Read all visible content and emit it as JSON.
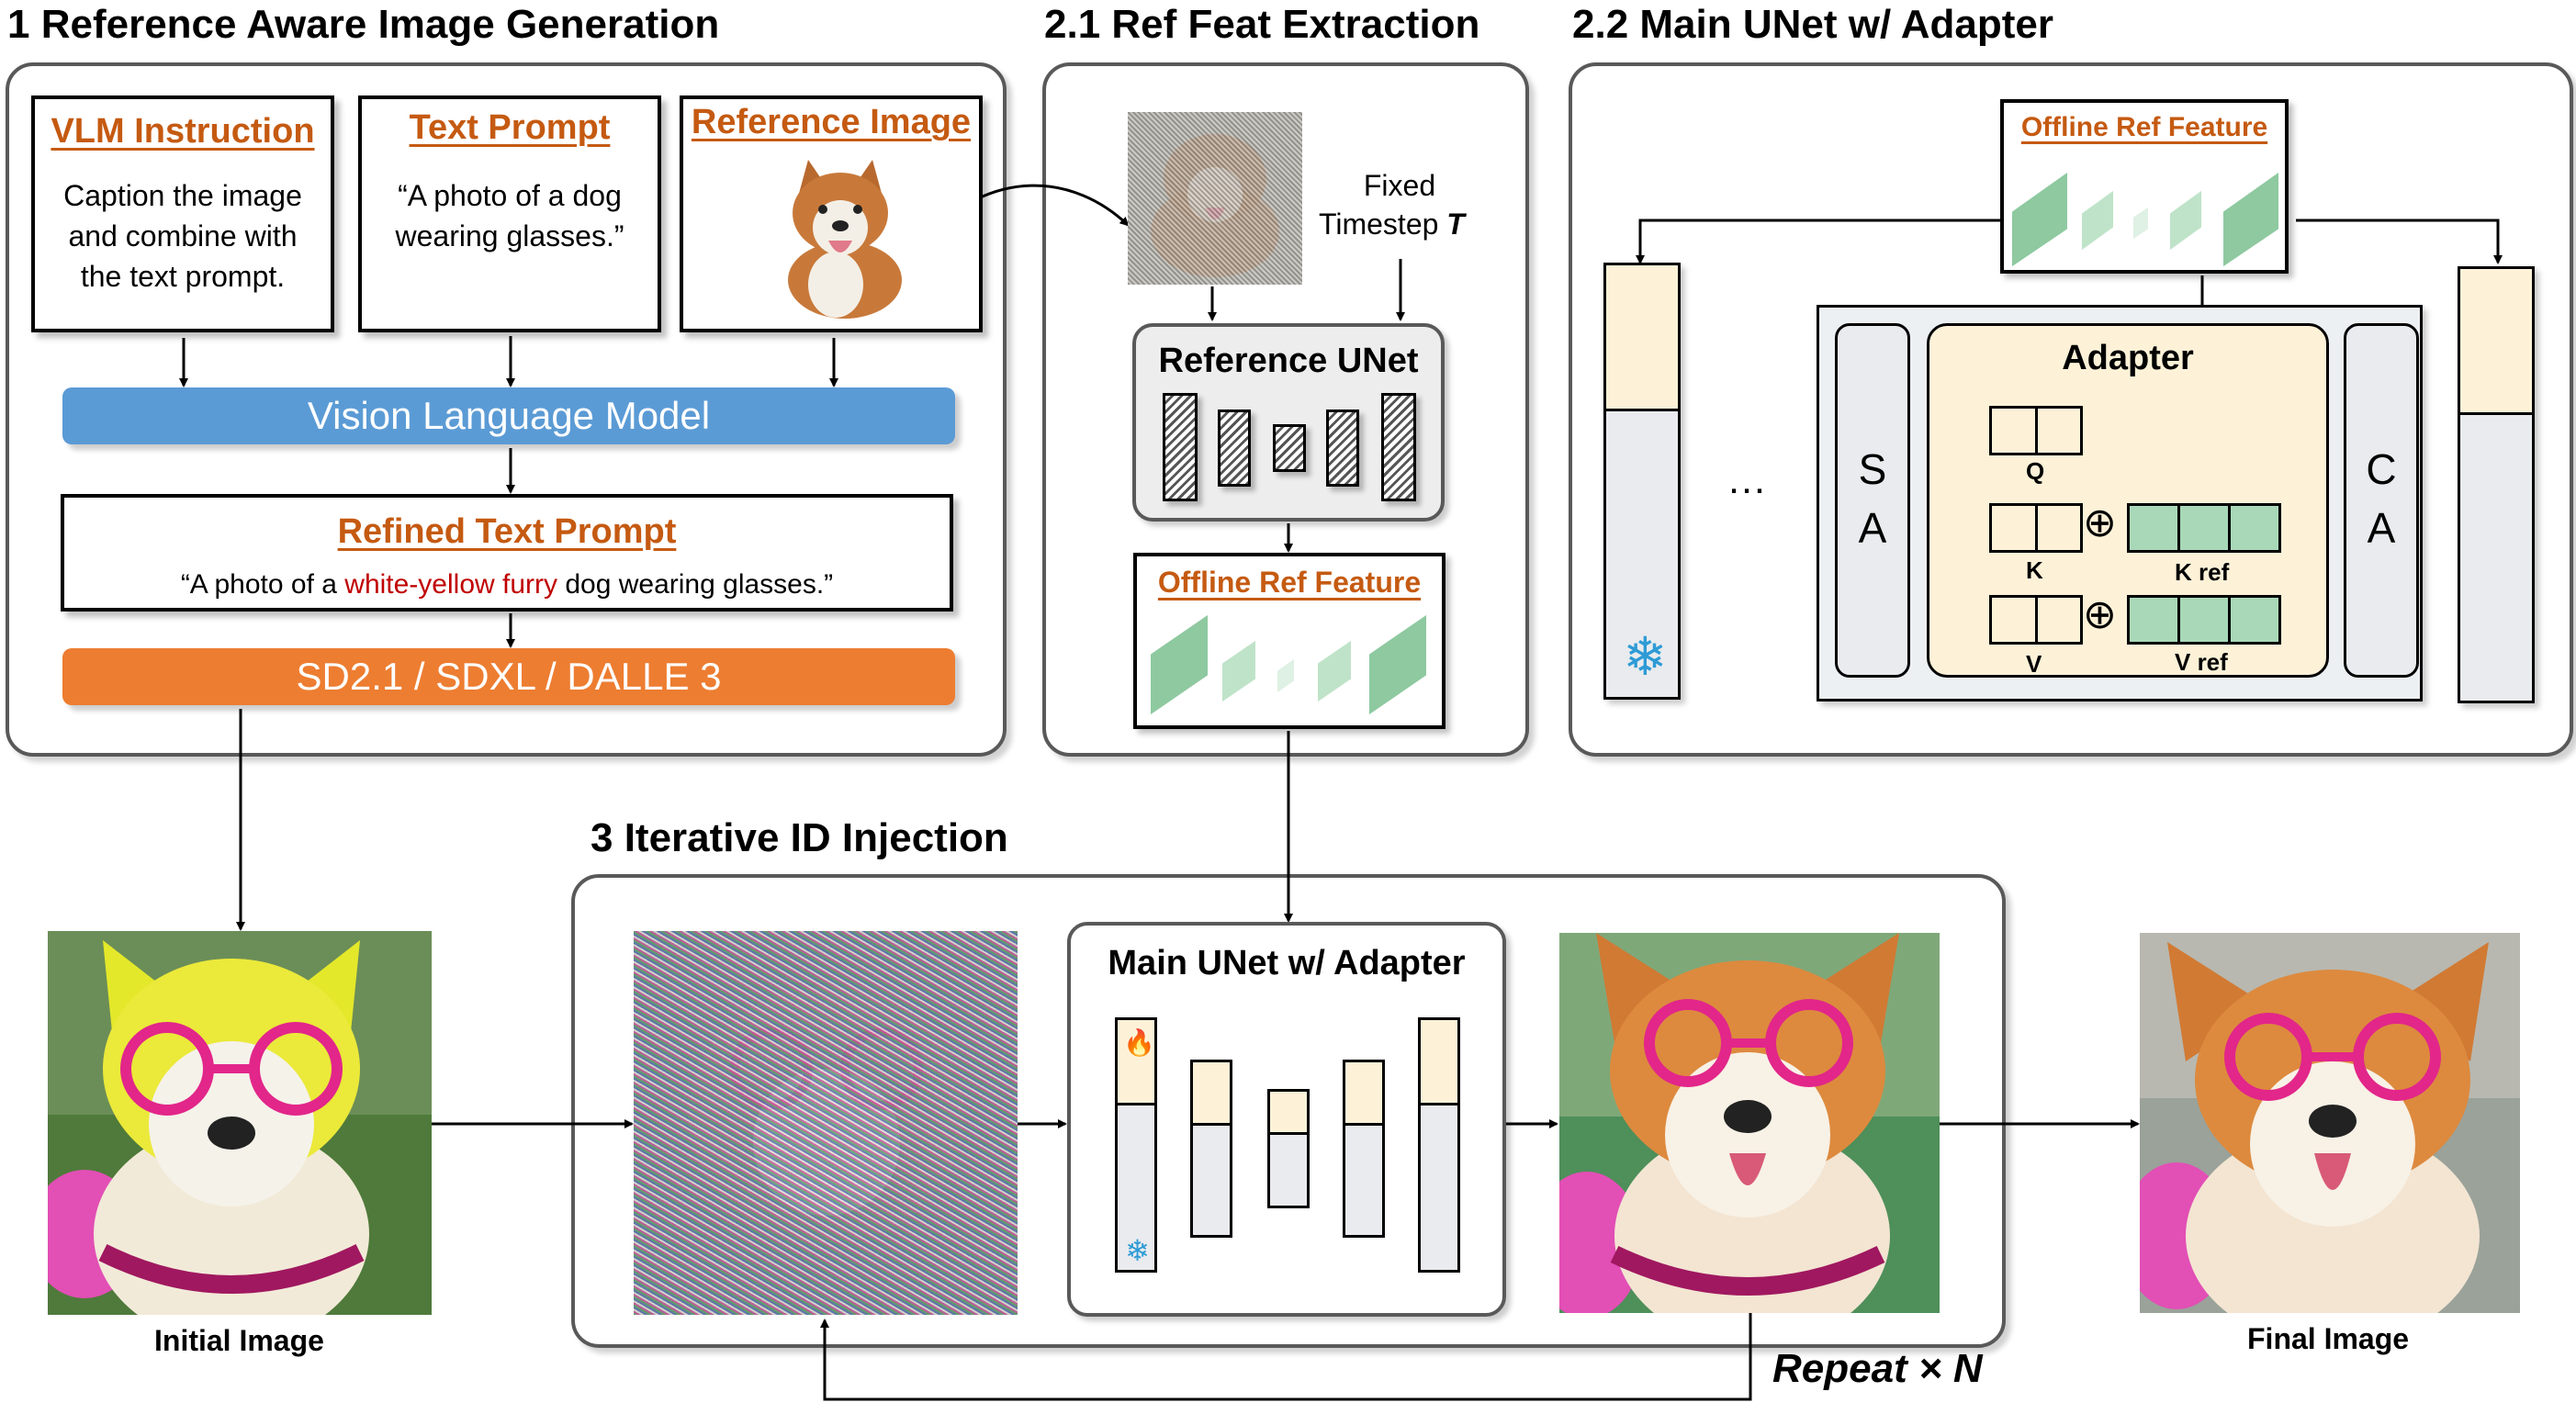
{
  "sections": {
    "s1": "1 Reference Aware Image Generation",
    "s21": "2.1 Ref Feat Extraction",
    "s22": "2.2 Main UNet w/ Adapter",
    "s3": "3 Iterative ID Injection"
  },
  "section1": {
    "vlm_instruction": {
      "title": "VLM Instruction",
      "body": [
        "Caption the image",
        "and combine with",
        "the text prompt."
      ]
    },
    "text_prompt": {
      "title": "Text Prompt",
      "body": [
        "“A photo of a dog",
        "wearing glasses.”"
      ]
    },
    "reference_image": {
      "title": "Reference Image"
    },
    "vlm_bar": "Vision Language Model",
    "refined": {
      "title": "Refined Text Prompt",
      "prefix": "“A photo of a ",
      "highlight": "white-yellow furry",
      "suffix": " dog wearing glasses.”"
    },
    "models_bar": "SD2.1 / SDXL / DALLE 3"
  },
  "section21": {
    "fixed": "Fixed",
    "timestep": "Timestep ",
    "timestep_symbol": "T",
    "reference_unet": "Reference UNet",
    "offline_ref_feature": "Offline Ref Feature"
  },
  "section22": {
    "offline_ref_feature": "Offline Ref Feature",
    "ellipsis": "…",
    "sa": [
      "S",
      "A"
    ],
    "ca": [
      "C",
      "A"
    ],
    "adapter": "Adapter",
    "q": "Q",
    "k": "K",
    "v": "V",
    "k_ref": "K ref",
    "v_ref": "V ref",
    "oplus": "⊕"
  },
  "section3": {
    "main_unet": "Main UNet w/ Adapter",
    "repeat": "Repeat × ",
    "repeat_n": "N",
    "initial_image": "Initial Image",
    "final_image": "Final Image"
  },
  "icons": {
    "fire": "🔥",
    "snowflake": "❄"
  },
  "colors": {
    "accent_orange": "#c55a11",
    "vlm_blue": "#5b9bd5",
    "models_orange": "#ed7d31",
    "highlight_red": "#c00000",
    "feature_green": "#a9d8b8",
    "adapter_bg": "#fdf2d8",
    "snow_blue": "#2e9bd6"
  }
}
